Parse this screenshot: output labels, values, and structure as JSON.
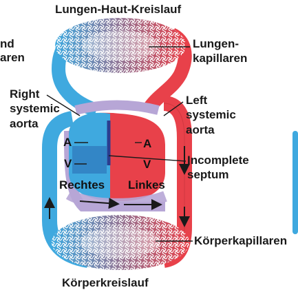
{
  "title_top": "Lungen-Haut-Kreislauf",
  "title_bottom": "Körperkreislauf",
  "clipped_left_line1": "nd",
  "clipped_left_line2": "aren",
  "labels": {
    "lungenkapillaren_line1": "Lungen-",
    "lungenkapillaren_line2": "kapillaren",
    "right_aorta_line1": "Right",
    "right_aorta_line2": "systemic",
    "right_aorta_line3": "aorta",
    "left_aorta_line1": "Left",
    "left_aorta_line2": "systemic",
    "left_aorta_line3": "aorta",
    "septum_line1": "Incomplete",
    "septum_line2": "septum",
    "koerperkapillaren": "Körperkapillaren"
  },
  "chambers": {
    "atrium_right": "A",
    "atrium_left": "A",
    "ventricle_right": "V",
    "ventricle_left": "V",
    "rechtes": "Rechtes",
    "linkes": "Linkes"
  },
  "colors": {
    "oxygenated": "#e8414a",
    "deoxygenated": "#3fa9df",
    "mixed": "#b7a6d6",
    "capillary_mesh": "#ffffff",
    "outline": "#1a1a1a"
  }
}
